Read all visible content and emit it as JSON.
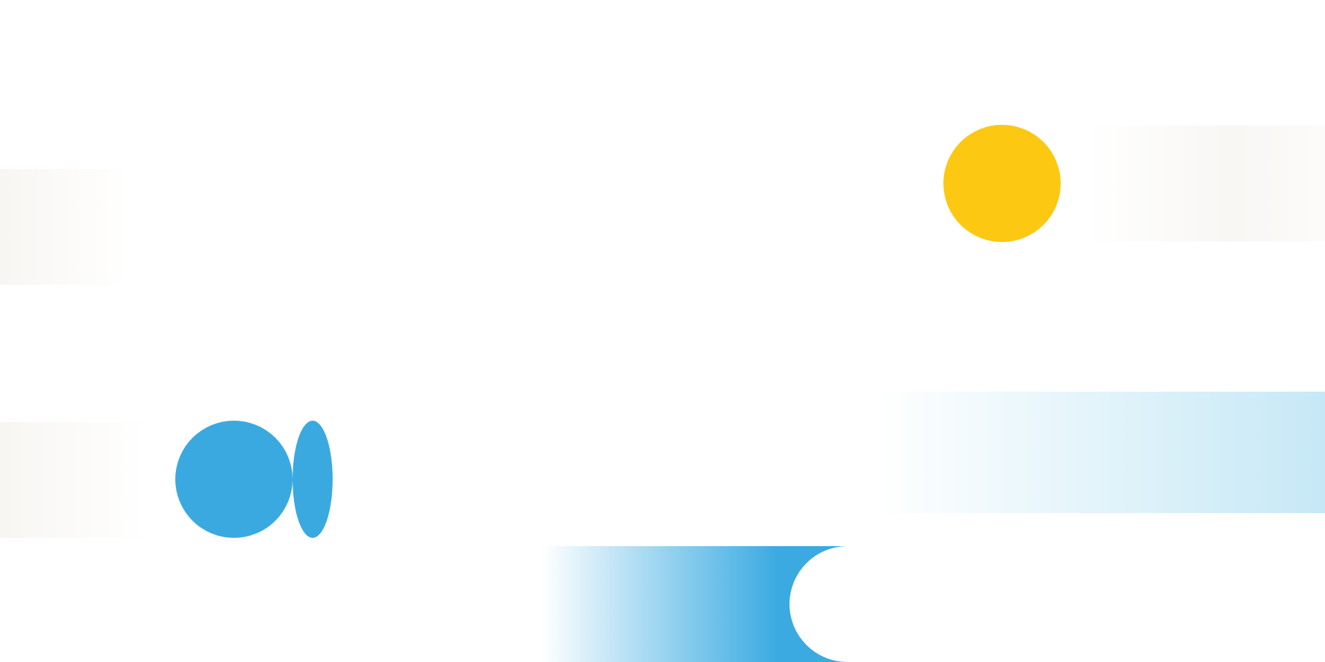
{
  "colors": {
    "background": "#ffffff",
    "yellow": "#fcc812",
    "blue": "#3aa9e0",
    "light_blue": "#c6e8f6",
    "warm_gray": "#f5f3ee"
  },
  "shapes": [
    {
      "kind": "fade-panel",
      "color": "warm_gray"
    },
    {
      "kind": "fade-panel",
      "color": "warm_gray"
    },
    {
      "kind": "fade-panel",
      "color": "warm_gray"
    },
    {
      "kind": "gradient-band",
      "color": "light_blue"
    },
    {
      "kind": "gradient-band",
      "color": "blue"
    },
    {
      "kind": "circle",
      "color": "yellow"
    },
    {
      "kind": "circle",
      "color": "blue"
    },
    {
      "kind": "ellipse",
      "color": "blue"
    }
  ]
}
